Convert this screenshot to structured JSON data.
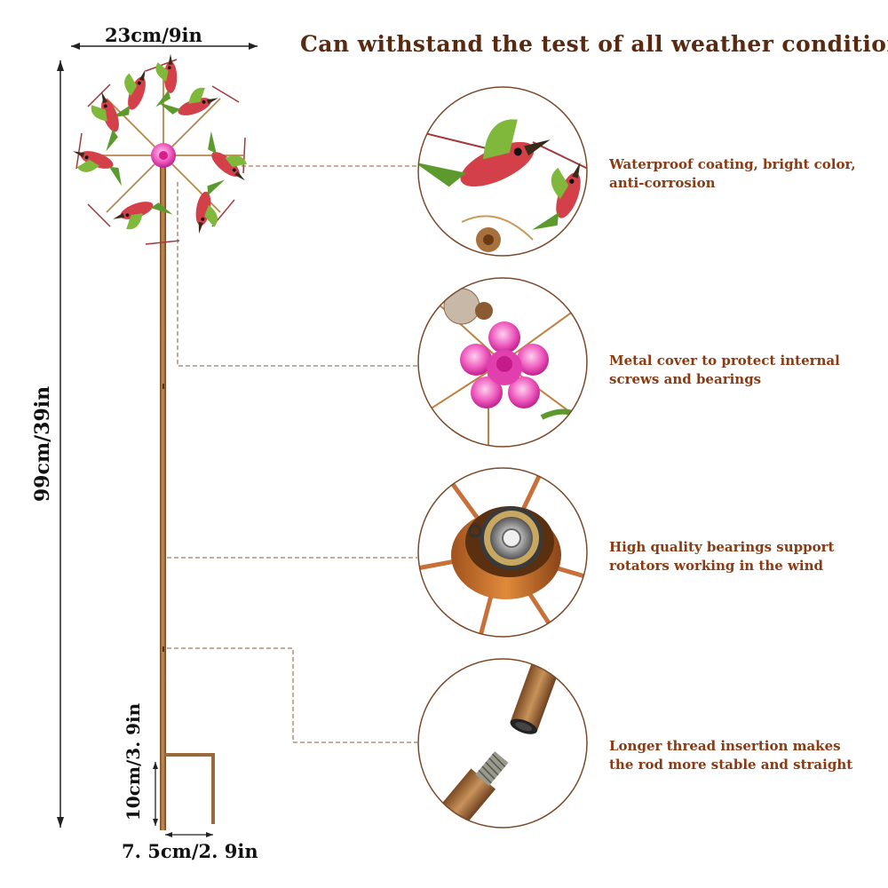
{
  "headline": "Can withstand the test of all weather conditions",
  "dimensions": {
    "width": "23cm/9in",
    "height": "99cm/39in",
    "stake_height": "10cm/3. 9in",
    "stake_width": "7. 5cm/2. 9in"
  },
  "features": [
    {
      "line1": "Waterproof coating, bright color,",
      "line2": "anti-corrosion"
    },
    {
      "line1": "Metal cover to protect internal",
      "line2": "screws and bearings"
    },
    {
      "line1": "High quality bearings support",
      "line2": "rotators working in the wind"
    },
    {
      "line1": "Longer thread insertion makes",
      "line2": "the rod more stable and straight"
    }
  ],
  "colors": {
    "headline": "#5a2a10",
    "feature_text": "#8b3a12",
    "leader_line": "#8a5a3a",
    "circle_border": "#7a4a2a",
    "rod": "#a8703c",
    "flower": "#e040a8",
    "bird_green": "#5c9a2e",
    "bird_red": "#c0453a"
  },
  "icons": [
    "spinner-wheel-icon",
    "hummingbird-icon",
    "flower-cap-icon",
    "bearing-icon",
    "threaded-rod-icon"
  ]
}
